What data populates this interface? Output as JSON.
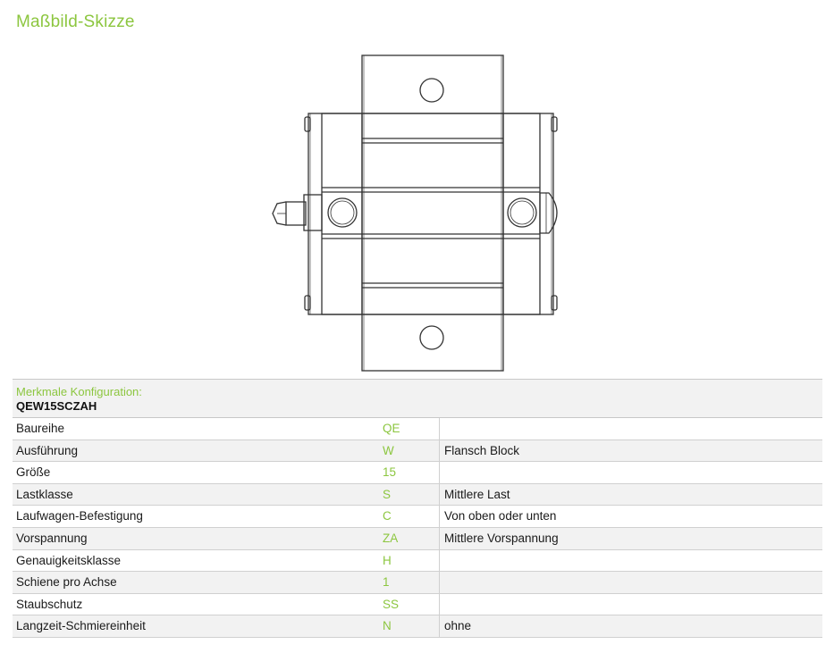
{
  "title": "Maßbild-Skizze",
  "config": {
    "heading": "Merkmale Konfiguration:",
    "code": "QEW15SCZAH",
    "rows": [
      {
        "name": "Baureihe",
        "value": "QE",
        "desc": ""
      },
      {
        "name": "Ausführung",
        "value": "W",
        "desc": "Flansch Block"
      },
      {
        "name": "Größe",
        "value": "15",
        "desc": ""
      },
      {
        "name": "Lastklasse",
        "value": "S",
        "desc": "Mittlere Last"
      },
      {
        "name": "Laufwagen-Befestigung",
        "value": "C",
        "desc": "Von oben oder unten"
      },
      {
        "name": "Vorspannung",
        "value": "ZA",
        "desc": "Mittlere Vorspannung"
      },
      {
        "name": "Genauigkeitsklasse",
        "value": "H",
        "desc": ""
      },
      {
        "name": "Schiene pro Achse",
        "value": "1",
        "desc": ""
      },
      {
        "name": "Staubschutz",
        "value": "SS",
        "desc": ""
      },
      {
        "name": "Langzeit-Schmiereinheit",
        "value": "N",
        "desc": "ohne"
      }
    ]
  },
  "colors": {
    "accent": "#8cc63f",
    "line": "#333333"
  }
}
